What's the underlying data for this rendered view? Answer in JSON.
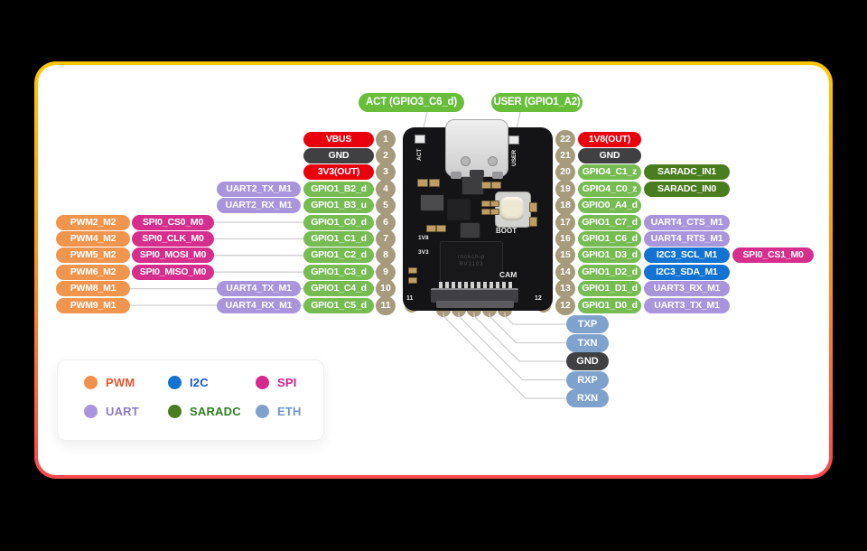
{
  "palette": {
    "power": "#e8000d",
    "ground": "#404043",
    "gpio": "#76bc53",
    "pwm": "#f0954e",
    "spi": "#d62e8c",
    "uart": "#a995dc",
    "i2c": "#1273d2",
    "saradc": "#4a7d20",
    "eth": "#7fa2cd",
    "top_green": "#68be3b",
    "pin_circle": "#a79b7d",
    "leader_line": "#cfcfcf"
  },
  "top_labels": {
    "act": "ACT (GPIO3_C6_d)",
    "user": "USER (GPIO1_A2)"
  },
  "left_rows": [
    {
      "pin": "1",
      "labels": [
        {
          "col": "main",
          "text": "VBUS",
          "type": "power"
        }
      ]
    },
    {
      "pin": "2",
      "labels": [
        {
          "col": "main",
          "text": "GND",
          "type": "ground"
        }
      ]
    },
    {
      "pin": "3",
      "labels": [
        {
          "col": "main",
          "text": "3V3(OUT)",
          "type": "power"
        }
      ]
    },
    {
      "pin": "4",
      "labels": [
        {
          "col": "uart",
          "text": "UART2_TX_M1",
          "type": "uart"
        },
        {
          "col": "main",
          "text": "GPIO1_B2_d",
          "type": "gpio"
        }
      ]
    },
    {
      "pin": "5",
      "labels": [
        {
          "col": "uart",
          "text": "UART2_RX_M1",
          "type": "uart"
        },
        {
          "col": "main",
          "text": "GPIO1_B3_u",
          "type": "gpio"
        }
      ]
    },
    {
      "pin": "6",
      "labels": [
        {
          "col": "pwm",
          "text": "PWM2_M2",
          "type": "pwm"
        },
        {
          "col": "spi",
          "text": "SPI0_CS0_M0",
          "type": "spi"
        },
        {
          "col": "main",
          "text": "GPIO1_C0_d",
          "type": "gpio"
        }
      ]
    },
    {
      "pin": "7",
      "labels": [
        {
          "col": "pwm",
          "text": "PWM4_M2",
          "type": "pwm"
        },
        {
          "col": "spi",
          "text": "SPI0_CLK_M0",
          "type": "spi"
        },
        {
          "col": "main",
          "text": "GPIO1_C1_d",
          "type": "gpio"
        }
      ]
    },
    {
      "pin": "8",
      "labels": [
        {
          "col": "pwm",
          "text": "PWM5_M2",
          "type": "pwm"
        },
        {
          "col": "spi",
          "text": "SPI0_MOSI_M0",
          "type": "spi"
        },
        {
          "col": "main",
          "text": "GPIO1_C2_d",
          "type": "gpio"
        }
      ]
    },
    {
      "pin": "9",
      "labels": [
        {
          "col": "pwm",
          "text": "PWM6_M2",
          "type": "pwm"
        },
        {
          "col": "spi",
          "text": "SPI0_MISO_M0",
          "type": "spi"
        },
        {
          "col": "main",
          "text": "GPIO1_C3_d",
          "type": "gpio"
        }
      ]
    },
    {
      "pin": "10",
      "labels": [
        {
          "col": "pwm",
          "text": "PWM8_M1",
          "type": "pwm"
        },
        {
          "col": "uart",
          "text": "UART4_TX_M1",
          "type": "uart"
        },
        {
          "col": "main",
          "text": "GPIO1_C4_d",
          "type": "gpio"
        }
      ]
    },
    {
      "pin": "11",
      "labels": [
        {
          "col": "pwm",
          "text": "PWM9_M1",
          "type": "pwm"
        },
        {
          "col": "uart",
          "text": "UART4_RX_M1",
          "type": "uart"
        },
        {
          "col": "main",
          "text": "GPIO1_C5_d",
          "type": "gpio"
        }
      ]
    }
  ],
  "right_rows": [
    {
      "pin": "22",
      "labels": [
        {
          "col": "main",
          "text": "1V8(OUT)",
          "type": "power"
        }
      ]
    },
    {
      "pin": "21",
      "labels": [
        {
          "col": "main",
          "text": "GND",
          "type": "ground"
        }
      ]
    },
    {
      "pin": "20",
      "labels": [
        {
          "col": "main",
          "text": "GPIO4_C1_z",
          "type": "gpio"
        },
        {
          "col": "alt",
          "text": "SARADC_IN1",
          "type": "saradc"
        }
      ]
    },
    {
      "pin": "19",
      "labels": [
        {
          "col": "main",
          "text": "GPIO4_C0_z",
          "type": "gpio"
        },
        {
          "col": "alt",
          "text": "SARADC_IN0",
          "type": "saradc"
        }
      ]
    },
    {
      "pin": "18",
      "labels": [
        {
          "col": "main",
          "text": "GPIO0_A4_d",
          "type": "gpio"
        }
      ]
    },
    {
      "pin": "17",
      "labels": [
        {
          "col": "main",
          "text": "GPIO1_C7_d",
          "type": "gpio"
        },
        {
          "col": "alt",
          "text": "UART4_CTS_M1",
          "type": "uart"
        }
      ]
    },
    {
      "pin": "16",
      "labels": [
        {
          "col": "main",
          "text": "GPIO1_C6_d",
          "type": "gpio"
        },
        {
          "col": "alt",
          "text": "UART4_RTS_M1",
          "type": "uart"
        }
      ]
    },
    {
      "pin": "15",
      "labels": [
        {
          "col": "main",
          "text": "GPIO1_D3_d",
          "type": "gpio"
        },
        {
          "col": "alt",
          "text": "I2C3_SCL_M1",
          "type": "i2c"
        },
        {
          "col": "alt2",
          "text": "SPI0_CS1_M0",
          "type": "spi"
        }
      ]
    },
    {
      "pin": "14",
      "labels": [
        {
          "col": "main",
          "text": "GPIO1_D2_d",
          "type": "gpio"
        },
        {
          "col": "alt",
          "text": "I2C3_SDA_M1",
          "type": "i2c"
        }
      ]
    },
    {
      "pin": "13",
      "labels": [
        {
          "col": "main",
          "text": "GPIO1_D1_d",
          "type": "gpio"
        },
        {
          "col": "alt",
          "text": "UART3_RX_M1",
          "type": "uart"
        }
      ]
    },
    {
      "pin": "12",
      "labels": [
        {
          "col": "main",
          "text": "GPIO1_D0_d",
          "type": "gpio"
        },
        {
          "col": "alt",
          "text": "UART3_TX_M1",
          "type": "uart"
        }
      ]
    }
  ],
  "eth_labels": [
    {
      "text": "TXP",
      "type": "eth"
    },
    {
      "text": "TXN",
      "type": "eth"
    },
    {
      "text": "GND",
      "type": "ground"
    },
    {
      "text": "RXP",
      "type": "eth"
    },
    {
      "text": "RXN",
      "type": "eth"
    }
  ],
  "legend": {
    "items": [
      {
        "label": "PWM",
        "dot": "#f0924c",
        "text_color": "#e4572e"
      },
      {
        "label": "I2C",
        "dot": "#1273d2",
        "text_color": "#1458c8"
      },
      {
        "label": "SPI",
        "dot": "#d6288c",
        "text_color": "#d0218a"
      },
      {
        "label": "UART",
        "dot": "#a995dc",
        "text_color": "#8a7bc8"
      },
      {
        "label": "SARADC",
        "dot": "#4a7d20",
        "text_color": "#2f7d1f"
      },
      {
        "label": "ETH",
        "dot": "#7fa2cd",
        "text_color": "#7193c8"
      }
    ]
  },
  "board": {
    "silk": {
      "act": "ACT",
      "user": "USER",
      "boot": "BOOT",
      "cam": "CAM",
      "v18": "1V8",
      "v33": "3V3",
      "corner_left": "11",
      "corner_right": "12"
    },
    "chip_lines": [
      "rockchip",
      "RV1103"
    ]
  }
}
